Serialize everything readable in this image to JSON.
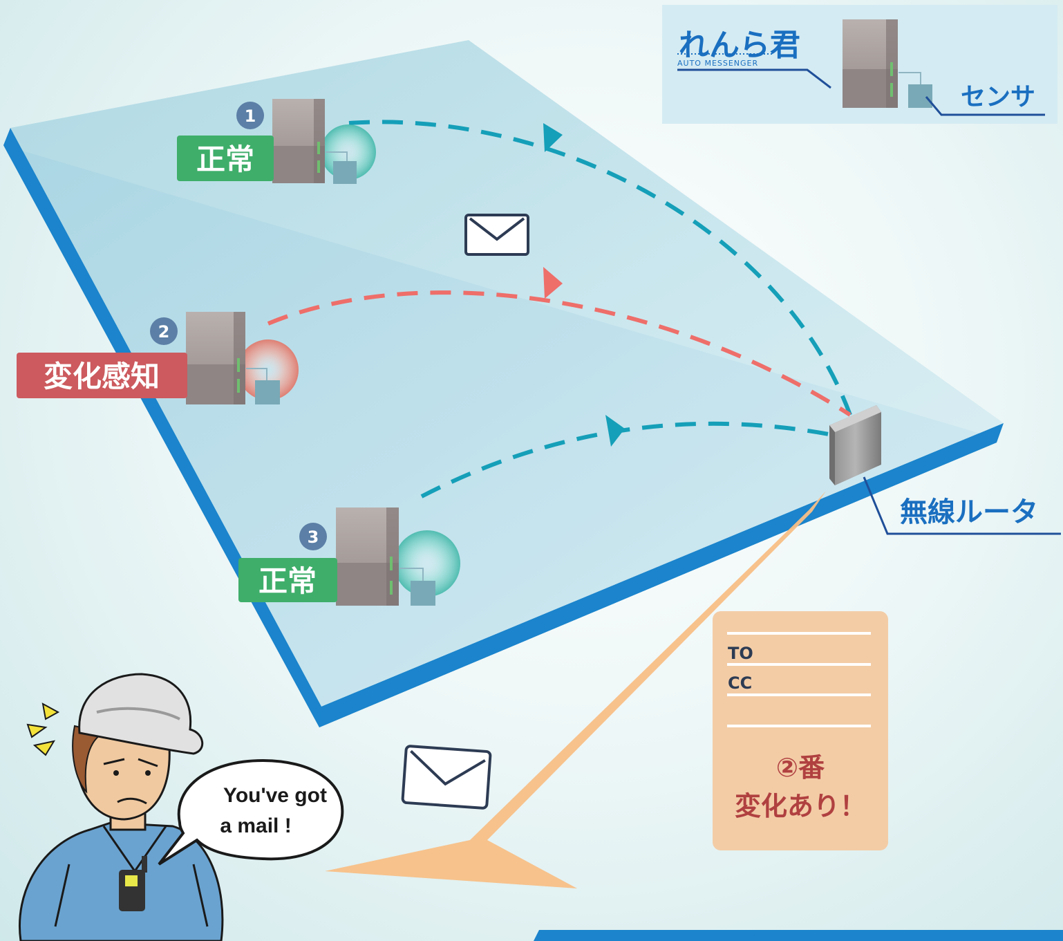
{
  "legend": {
    "logo_text": "れんら君",
    "logo_subtitle": "Auto Messenger",
    "sensor_label": "センサ"
  },
  "machines": [
    {
      "number": "1",
      "status": "正常",
      "status_color": "#3fae6a",
      "aura_color": "#48c9b0"
    },
    {
      "number": "2",
      "status": "変化感知",
      "status_color": "#cc5a5e",
      "aura_color": "#e8786f"
    },
    {
      "number": "3",
      "status": "正常",
      "status_color": "#3fae6a",
      "aura_color": "#48c9b0"
    }
  ],
  "router_label": "無線ルータ",
  "mail_card": {
    "to_label": "TO",
    "cc_label": "CC",
    "message_line1": "②番",
    "message_line2": "変化あり！"
  },
  "speech_bubble": {
    "line1": "You've got",
    "line2": "a mail !"
  },
  "colors": {
    "floor": "#bfe0e8",
    "floor_edge": "#1b84cc",
    "normal_path": "#159fb8",
    "alert_path": "#ee6e6a",
    "label_blue": "#1a6fc0",
    "card_bg": "#f3cca6",
    "card_text": "#b04040",
    "beam": "#f8bf86"
  }
}
